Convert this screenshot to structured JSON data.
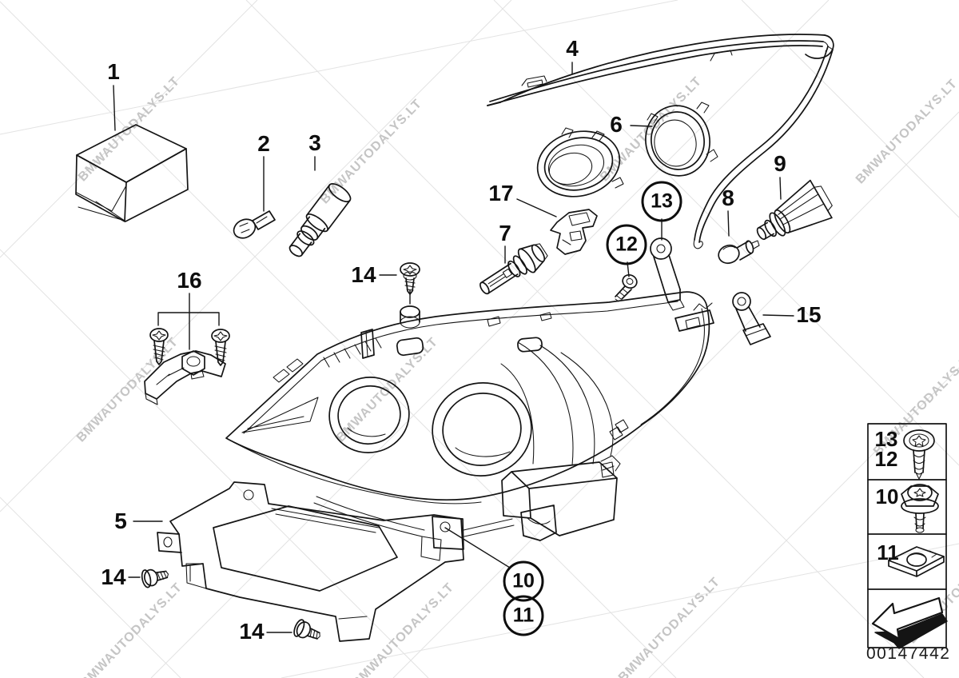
{
  "diagram": {
    "code": "00147442",
    "watermark_text": "BMWAUTODALYS.LT",
    "colors": {
      "line": "#141414",
      "watermark": "#c5c5c5",
      "hairline": "#e3e3e3",
      "background": "#ffffff"
    },
    "callouts": [
      {
        "part": "repair-kit-box",
        "label": "1",
        "circled": false
      },
      {
        "part": "bulb-small",
        "label": "2",
        "circled": false
      },
      {
        "part": "bulb-socket",
        "label": "3",
        "circled": false
      },
      {
        "part": "trim-strip",
        "label": "4",
        "circled": false
      },
      {
        "part": "support-frame",
        "label": "5",
        "circled": false
      },
      {
        "part": "trim-rings",
        "label": "6",
        "circled": false
      },
      {
        "part": "halogen-bulb",
        "label": "7",
        "circled": false
      },
      {
        "part": "bulb-rear",
        "label": "8",
        "circled": false
      },
      {
        "part": "bulb-socket-rear",
        "label": "9",
        "circled": false
      },
      {
        "part": "screw-top",
        "label": "14",
        "circled": false
      },
      {
        "part": "bracket-clamp",
        "label": "16",
        "circled": false
      },
      {
        "part": "bulb-holder",
        "label": "17",
        "circled": false
      },
      {
        "part": "bracket-lever",
        "label": "15",
        "circled": false
      },
      {
        "part": "screw-left",
        "label": "14",
        "circled": false
      },
      {
        "part": "screw-bottom",
        "label": "14",
        "circled": false
      },
      {
        "part": "screw-circled",
        "label": "12",
        "circled": true
      },
      {
        "part": "bracket-bone",
        "label": "13",
        "circled": true
      },
      {
        "part": "fastener-nut",
        "label": "10",
        "circled": true
      },
      {
        "part": "fastener-clip",
        "label": "11",
        "circled": true
      }
    ],
    "legend": {
      "rows": [
        {
          "labels": [
            "13",
            "12"
          ],
          "icon": "screw-icon"
        },
        {
          "labels": [
            "10"
          ],
          "icon": "flanged-nut-icon"
        },
        {
          "labels": [
            "11"
          ],
          "icon": "speed-clip-icon"
        },
        {
          "labels": [],
          "icon": "direction-arrow-icon"
        }
      ]
    }
  }
}
